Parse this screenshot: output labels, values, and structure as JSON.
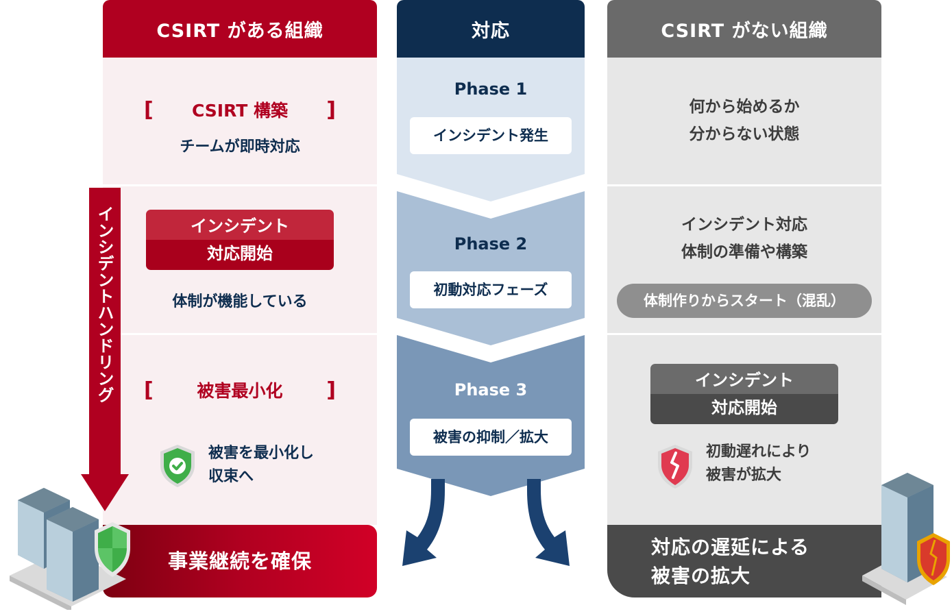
{
  "headers": {
    "left": "CSIRT がある組織",
    "middle": "対応",
    "right": "CSIRT がない組織"
  },
  "left": {
    "row1": {
      "title": "CSIRT 構築",
      "desc": "チームが即時対応"
    },
    "row2": {
      "box_top": "インシデント",
      "box_bottom": "対応開始",
      "desc": "体制が機能している"
    },
    "row3": {
      "title": "被害最小化",
      "desc_line1": "被害を最小化し",
      "desc_line2": "収束へ"
    },
    "vertical_label": "インシデントハンドリング",
    "banner": "事業継続を確保"
  },
  "middle": {
    "phases": [
      {
        "label": "Phase 1",
        "box": "インシデント発生"
      },
      {
        "label": "Phase 2",
        "box": "初動対応フェーズ"
      },
      {
        "label": "Phase 3",
        "box": "被害の抑制／拡大"
      }
    ]
  },
  "right": {
    "row1": {
      "line1": "何から始めるか",
      "line2": "分からない状態"
    },
    "row2": {
      "line1": "インシデント対応",
      "line2": "体制の準備や構築",
      "pill": "体制作りからスタート（混乱）"
    },
    "row3": {
      "box_top": "インシデント",
      "box_bottom": "対応開始",
      "desc_line1": "初動遅れにより",
      "desc_line2": "被害が拡大"
    },
    "banner_line1": "対応の遅延による",
    "banner_line2": "被害の拡大"
  },
  "colors": {
    "red": "#b00020",
    "navy": "#0e2d4f",
    "gray": "#6a6a6a",
    "phase1": "#dbe5f0",
    "phase2": "#aabfd6",
    "phase3": "#7a97b7"
  },
  "icons": [
    "shield-check-icon",
    "shield-broken-icon",
    "building-shield-icon",
    "building-broken-shield-icon"
  ]
}
